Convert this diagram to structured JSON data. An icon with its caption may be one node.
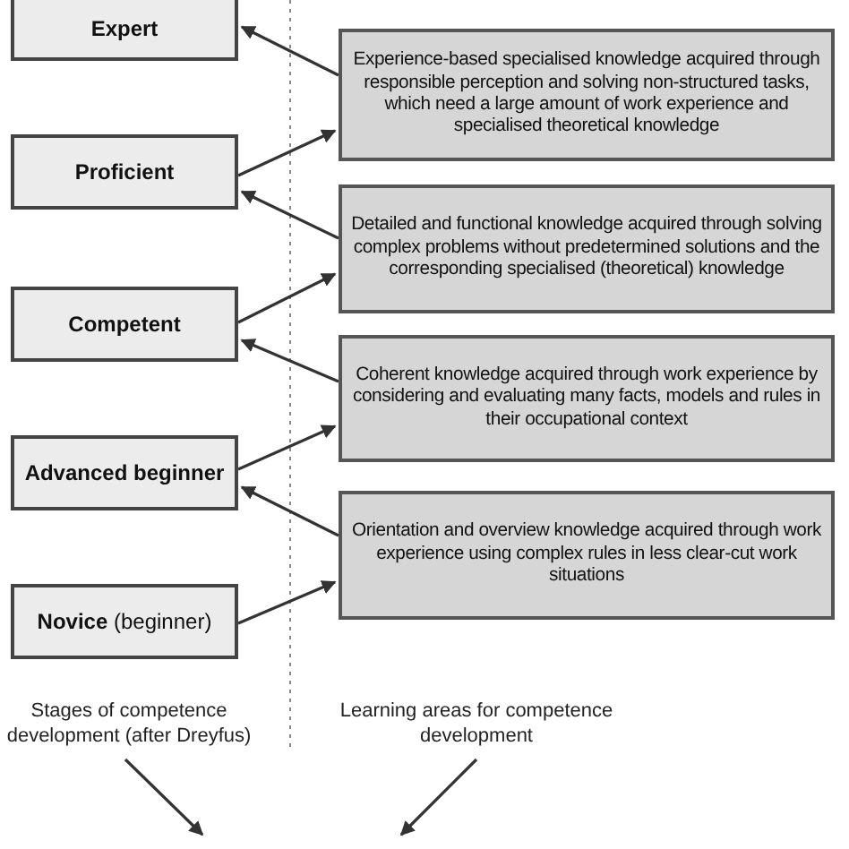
{
  "diagram": {
    "nodes": [
      {
        "text": [
          "Expert"
        ]
      },
      {
        "text": [
          "Experience-based specialised knowledge acquired through responsible perception and solving non-structured tasks, which need a large amount of work experience and specialised theoretical knowledge"
        ]
      },
      {
        "text": [
          "Proficient"
        ]
      },
      {
        "text": [
          "Detailed and functional knowledge acquired through solving complex problems without predetermined solutions and the corresponding specialised (theoretical) knowledge"
        ]
      },
      {
        "text": [
          "Competent"
        ]
      },
      {
        "text": [
          "Coherent knowledge acquired through work experience by considering and evaluating many facts, models and rules in their occupational context"
        ]
      },
      {
        "text": [
          "Advanced beginner"
        ]
      },
      {
        "text": [
          "Orientation and overview knowledge acquired through work experience using complex rules in less clear-cut work situations"
        ]
      },
      {
        "text": [
          "**Novice** (beginner)"
        ]
      },
      {
        "text": [
          "Stages of competence development (after Dreyfus)"
        ]
      },
      {
        "text": [
          "Learning areas for competence development"
        ]
      }
    ],
    "edges": [
      {
        "from": 1,
        "to": 0,
        "arrow": "to"
      },
      {
        "from": 2,
        "to": 1,
        "arrow": "to"
      },
      {
        "from": 3,
        "to": 2,
        "arrow": "to"
      },
      {
        "from": 4,
        "to": 3,
        "arrow": "to"
      },
      {
        "from": 5,
        "to": 4,
        "arrow": "to"
      },
      {
        "from": 6,
        "to": 5,
        "arrow": "to"
      },
      {
        "from": 7,
        "to": 6,
        "arrow": "to"
      },
      {
        "from": 8,
        "to": 7,
        "arrow": "to"
      },
      {
        "from": 9,
        "to": null,
        "arrow": "to"
      },
      {
        "from": 10,
        "to": null,
        "arrow": "to"
      }
    ]
  }
}
